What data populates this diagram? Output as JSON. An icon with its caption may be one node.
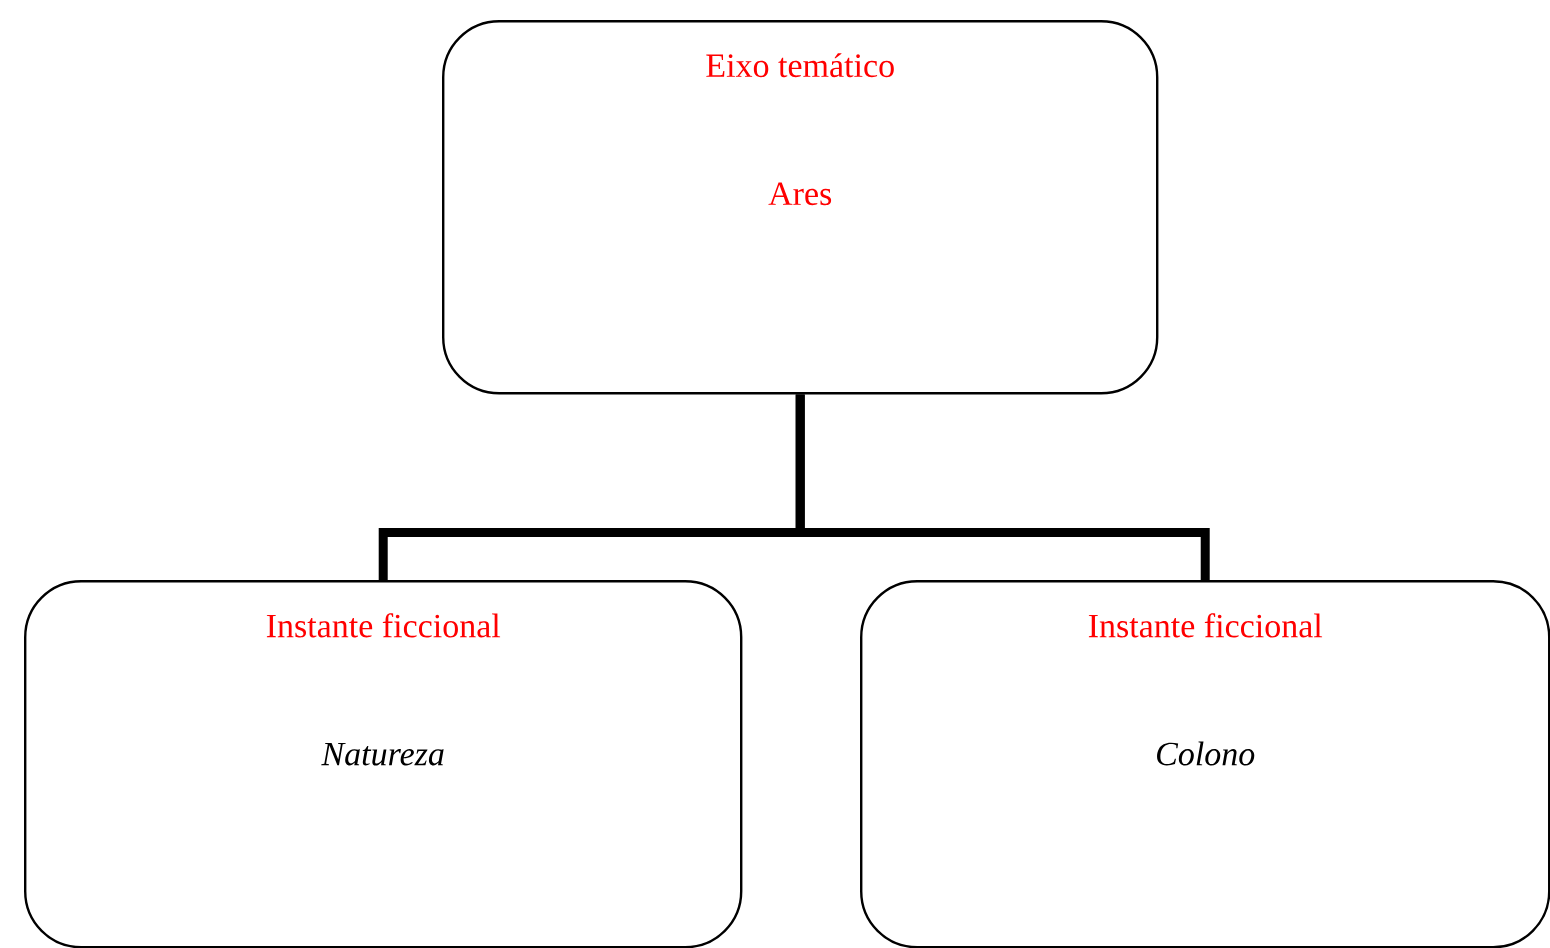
{
  "diagram": {
    "nodes": [
      {
        "text": [
          "Eixo temático",
          "Ares"
        ]
      },
      {
        "text": [
          "Instante ficcional",
          "Natureza"
        ]
      },
      {
        "text": [
          "Instante ficcional",
          "Colono"
        ]
      }
    ],
    "edges": [
      {
        "from": 0,
        "to": 1,
        "arrow": "none"
      },
      {
        "from": 0,
        "to": 2,
        "arrow": "none"
      }
    ]
  }
}
